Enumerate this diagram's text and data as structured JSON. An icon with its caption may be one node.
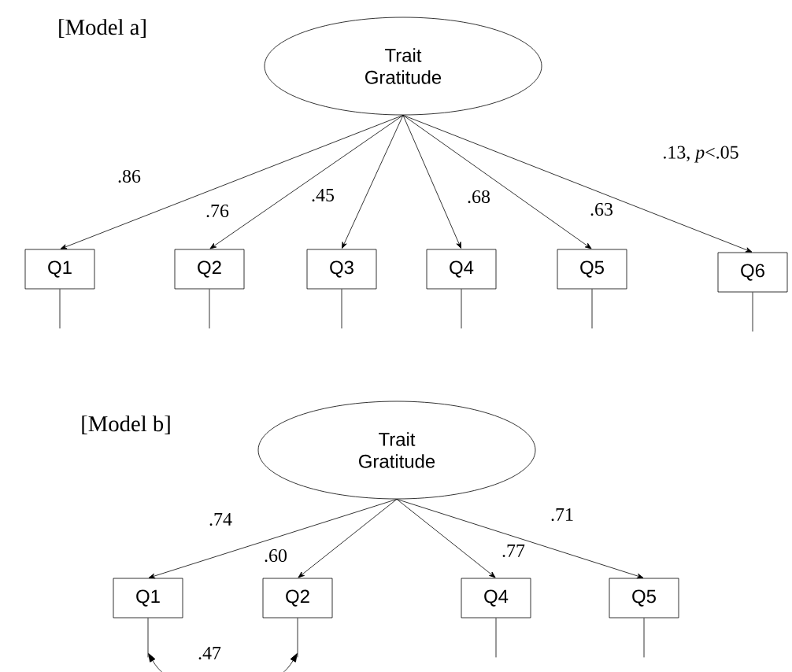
{
  "diagram": {
    "nodes": [
      {
        "text": [
          "Trait Gratitude"
        ]
      },
      {
        "text": [
          "Q1"
        ]
      },
      {
        "text": [
          "Q2"
        ]
      },
      {
        "text": [
          "Q3"
        ]
      },
      {
        "text": [
          "Q4"
        ]
      },
      {
        "text": [
          "Q5"
        ]
      },
      {
        "text": [
          "Q6"
        ]
      },
      {
        "text": [
          "Trait Gratitude"
        ]
      },
      {
        "text": [
          "Q1"
        ]
      },
      {
        "text": [
          "Q2"
        ]
      },
      {
        "text": [
          "Q4"
        ]
      },
      {
        "text": [
          "Q5"
        ]
      }
    ],
    "edges": [
      {
        "from": 0,
        "to": 1,
        "arrow": "to",
        "label": ".86"
      },
      {
        "from": 0,
        "to": 2,
        "arrow": "to",
        "label": ".76"
      },
      {
        "from": 0,
        "to": 3,
        "arrow": "to",
        "label": ".45"
      },
      {
        "from": 0,
        "to": 4,
        "arrow": "to",
        "label": ".68"
      },
      {
        "from": 0,
        "to": 5,
        "arrow": "to",
        "label": ".63"
      },
      {
        "from": 0,
        "to": 6,
        "arrow": "to",
        "label": ".13, *p*<.05"
      },
      {
        "from": 1,
        "to": null,
        "arrow": "none"
      },
      {
        "from": 2,
        "to": null,
        "arrow": "none"
      },
      {
        "from": 3,
        "to": null,
        "arrow": "none"
      },
      {
        "from": 4,
        "to": null,
        "arrow": "none"
      },
      {
        "from": 5,
        "to": null,
        "arrow": "none"
      },
      {
        "from": 6,
        "to": null,
        "arrow": "none"
      },
      {
        "from": 7,
        "to": 8,
        "arrow": "to",
        "label": ".74"
      },
      {
        "from": 7,
        "to": 9,
        "arrow": "to",
        "label": ".60"
      },
      {
        "from": 7,
        "to": 10,
        "arrow": "to",
        "label": ".77"
      },
      {
        "from": 7,
        "to": 11,
        "arrow": "to",
        "label": ".71"
      },
      {
        "from": 8,
        "to": null,
        "arrow": "none"
      },
      {
        "from": 9,
        "to": null,
        "arrow": "none"
      },
      {
        "from": 10,
        "to": null,
        "arrow": "none"
      },
      {
        "from": 11,
        "to": null,
        "arrow": "none"
      },
      {
        "from": 8,
        "to": 9,
        "arrow": "both",
        "label": ".47"
      }
    ],
    "labels": [
      "[Model a]",
      "[Model b]"
    ]
  }
}
